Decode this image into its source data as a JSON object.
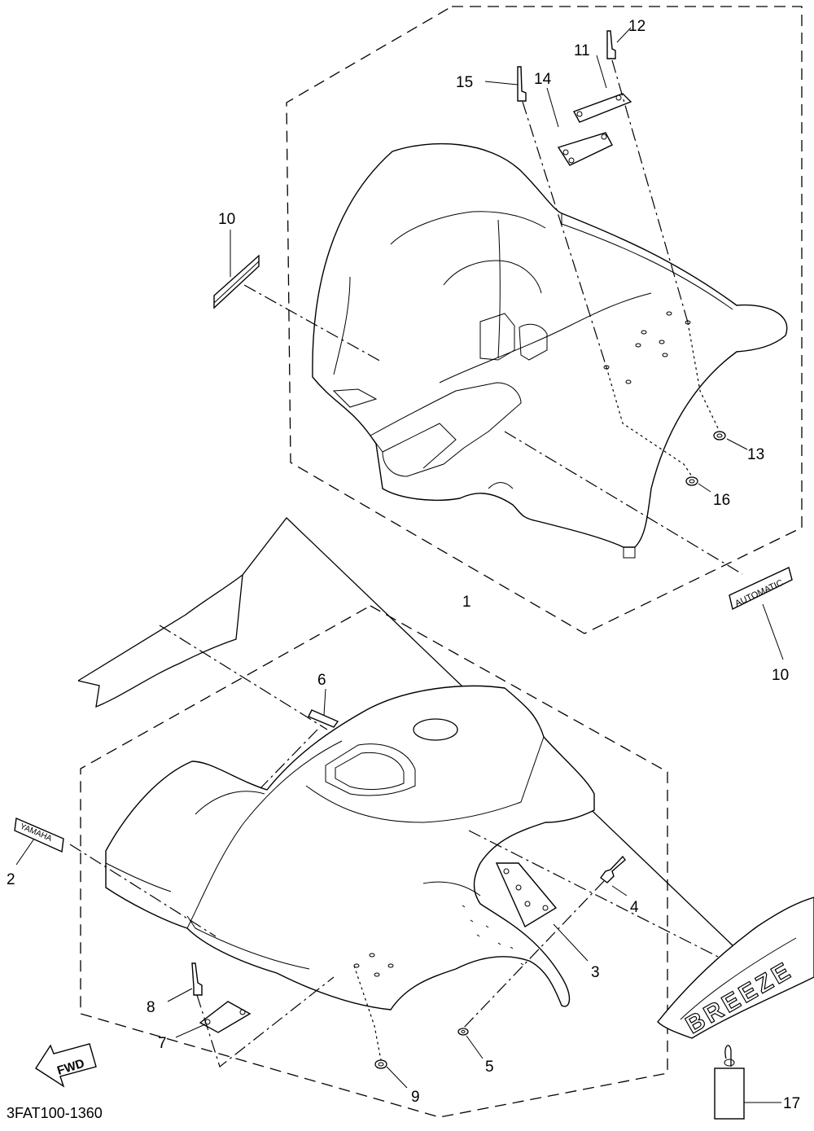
{
  "diagram": {
    "drawing_code": "3FAT100-1360",
    "direction_arrow": "FWD",
    "decals": {
      "yamaha": "YAMAHA",
      "automatic": "AUTOMATIC",
      "breeze": "BREEZE"
    },
    "callouts": {
      "c1": "1",
      "c2": "2",
      "c3": "3",
      "c4": "4",
      "c5": "5",
      "c6": "6",
      "c7": "7",
      "c8": "8",
      "c9": "9",
      "c10a": "10",
      "c10b": "10",
      "c11": "11",
      "c12": "12",
      "c13": "13",
      "c14": "14",
      "c15": "15",
      "c16": "16",
      "c17": "17"
    }
  }
}
